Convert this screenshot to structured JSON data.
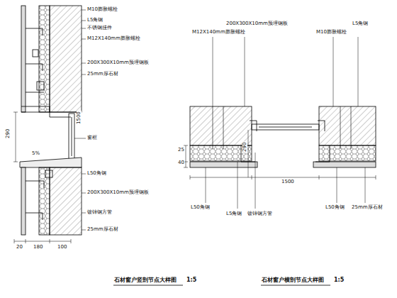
{
  "diagram": {
    "labels": [
      "M10膨胀螺栓",
      "L5角钢",
      "不锈钢挂件",
      "M12X140mm膨胀螺栓",
      "200X300X10mm预埋钢板",
      "25mm厚石材",
      "290",
      "1500",
      "窗框",
      "5%",
      "L50角钢",
      "200X300X10mm预埋钢板",
      "镀锌钢方管",
      "25mm厚石材",
      "20",
      "180",
      "100",
      "M12X140mm膨胀螺栓",
      "200X300X10mm预埋钢板",
      "M10膨胀螺栓",
      "L5角钢",
      "290",
      "1500",
      "L50角钢",
      "L5角钢",
      "镀锌钢方管",
      "L50角钢",
      "25mm厚石材",
      "25",
      "40",
      "石材窗户竖剖节点大样图",
      "1:5",
      "石材窗户横剖节点大样图",
      "1:5"
    ]
  }
}
